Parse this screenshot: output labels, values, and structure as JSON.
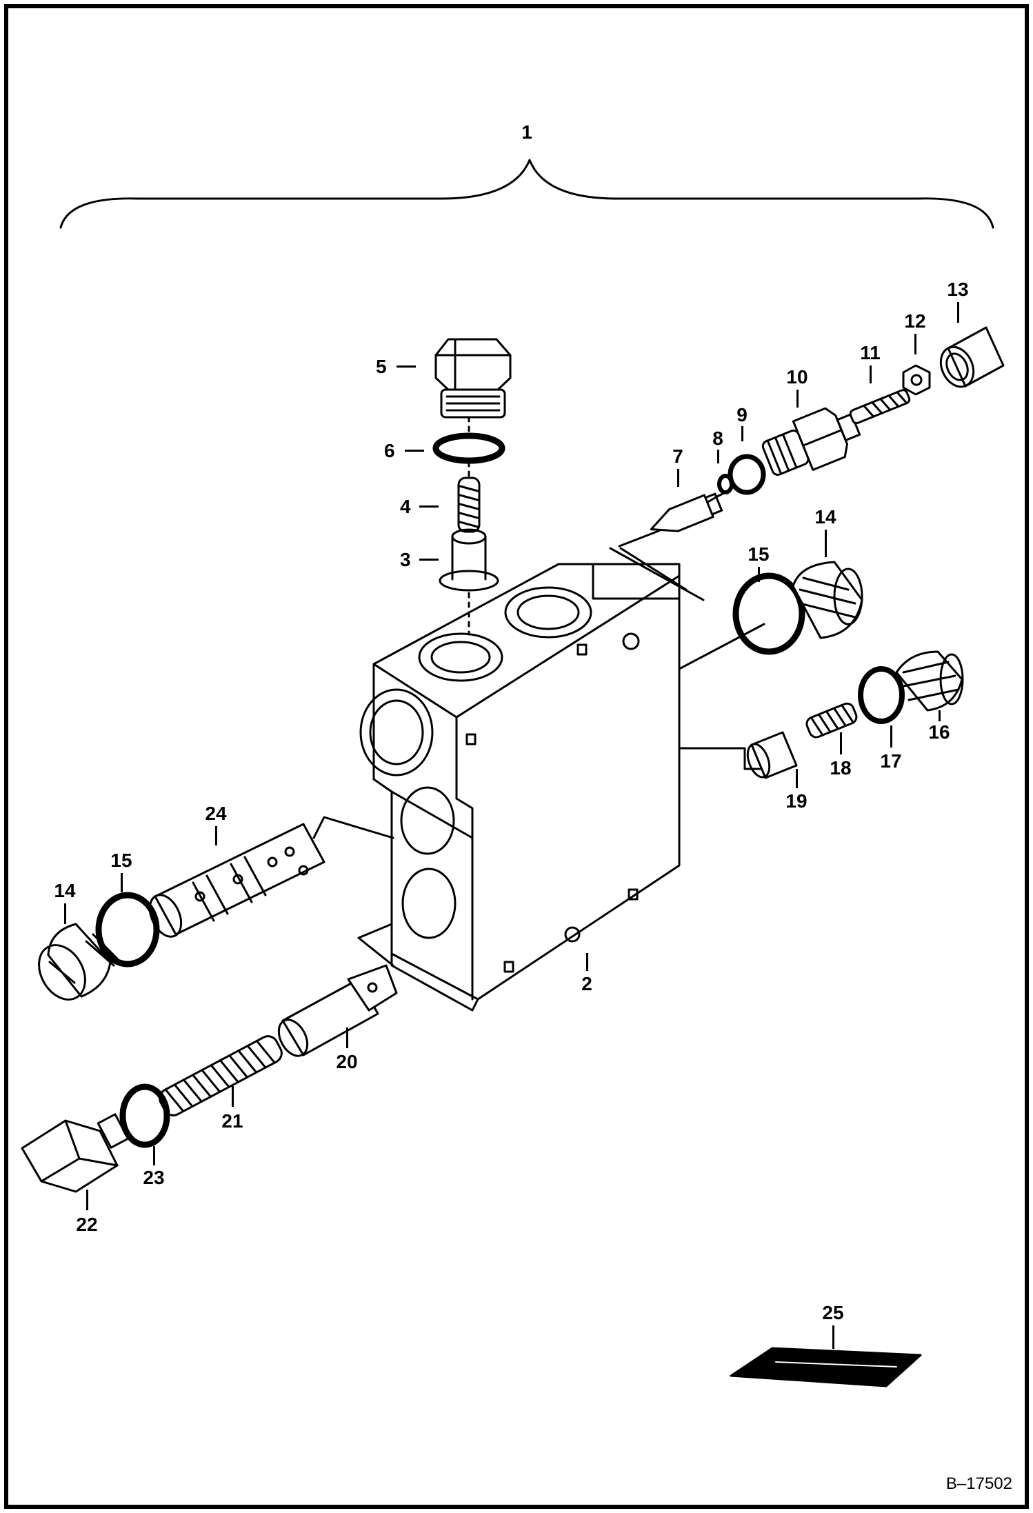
{
  "diagram": {
    "callouts": [
      "1",
      "2",
      "3",
      "4",
      "5",
      "6",
      "7",
      "8",
      "9",
      "10",
      "11",
      "12",
      "13",
      "14",
      "15",
      "16",
      "17",
      "18",
      "19",
      "20",
      "21",
      "22",
      "23",
      "24",
      "25"
    ],
    "callouts_left_group": [
      "14",
      "15"
    ],
    "drawing_code": "B–17502"
  }
}
